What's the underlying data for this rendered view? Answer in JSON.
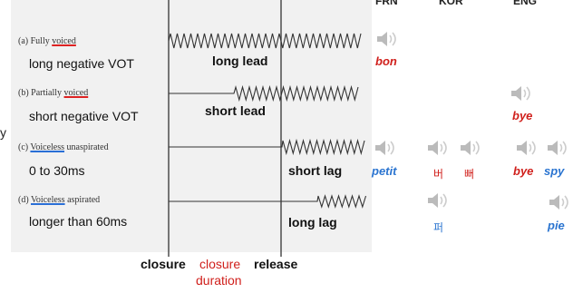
{
  "rows": [
    {
      "small_prefix": "(a) Fully ",
      "small_term": "voiced",
      "small_suffix": "",
      "underline": "red",
      "caption": "long negative VOT",
      "phase": "long lead"
    },
    {
      "small_prefix": "(b) Partially ",
      "small_term": "voiced",
      "small_suffix": "",
      "underline": "red",
      "caption": "short negative VOT",
      "phase": "short lead"
    },
    {
      "small_prefix": "(c) ",
      "small_term": "Voiceless",
      "small_suffix": " unaspirated",
      "underline": "blue",
      "caption": "0 to 30ms",
      "phase": "short lag"
    },
    {
      "small_prefix": "(d) ",
      "small_term": "Voiceless",
      "small_suffix": " aspirated",
      "underline": "blue",
      "caption": "longer than 60ms",
      "phase": "long lag"
    }
  ],
  "axis": {
    "closure": "closure",
    "closure_duration_1": "closure",
    "closure_duration_2": "duration",
    "release": "release"
  },
  "left_fragment": "y",
  "languages": [
    "FRN",
    "KOR",
    "ENG"
  ],
  "words": {
    "bon": "bon",
    "bye_row_b": "bye",
    "petit": "petit",
    "kor_b": "버",
    "kor_pp": "뻐",
    "bye_row_c": "bye",
    "spy": "spy",
    "kor_ph": "퍼",
    "pie": "pie"
  },
  "colors": {
    "red": "#d0201c",
    "blue": "#2a74d0",
    "panel_bg": "#f1f1f1"
  },
  "icons": [
    "speaker-icon"
  ]
}
